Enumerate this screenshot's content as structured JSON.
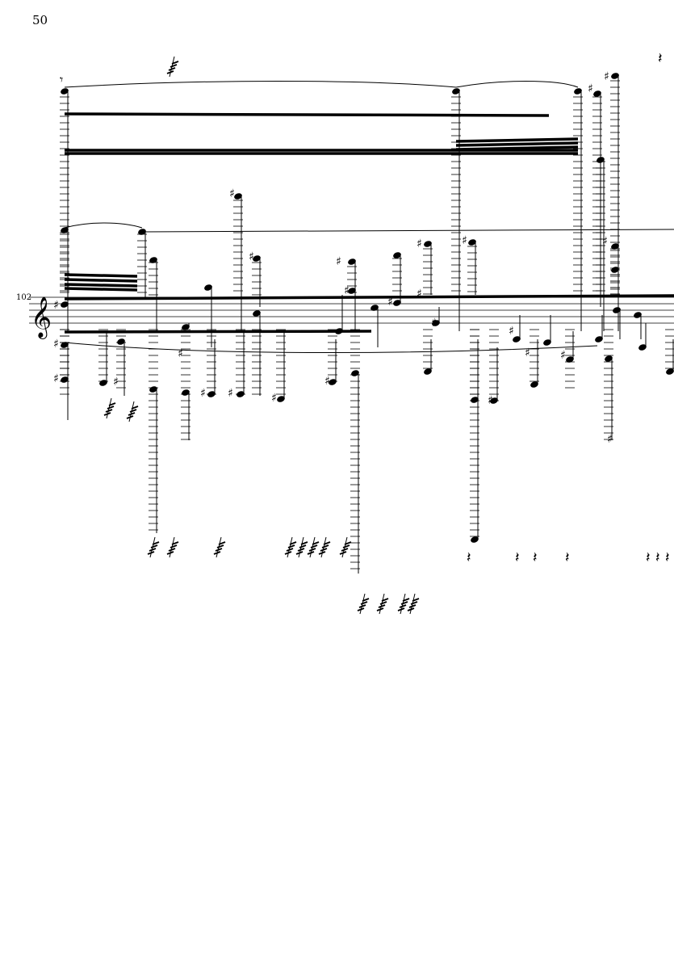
{
  "page": {
    "page_number": "50",
    "measure_number": "102"
  },
  "score": {
    "clef": "treble",
    "ink_color": "#000000",
    "background": "#ffffff"
  }
}
